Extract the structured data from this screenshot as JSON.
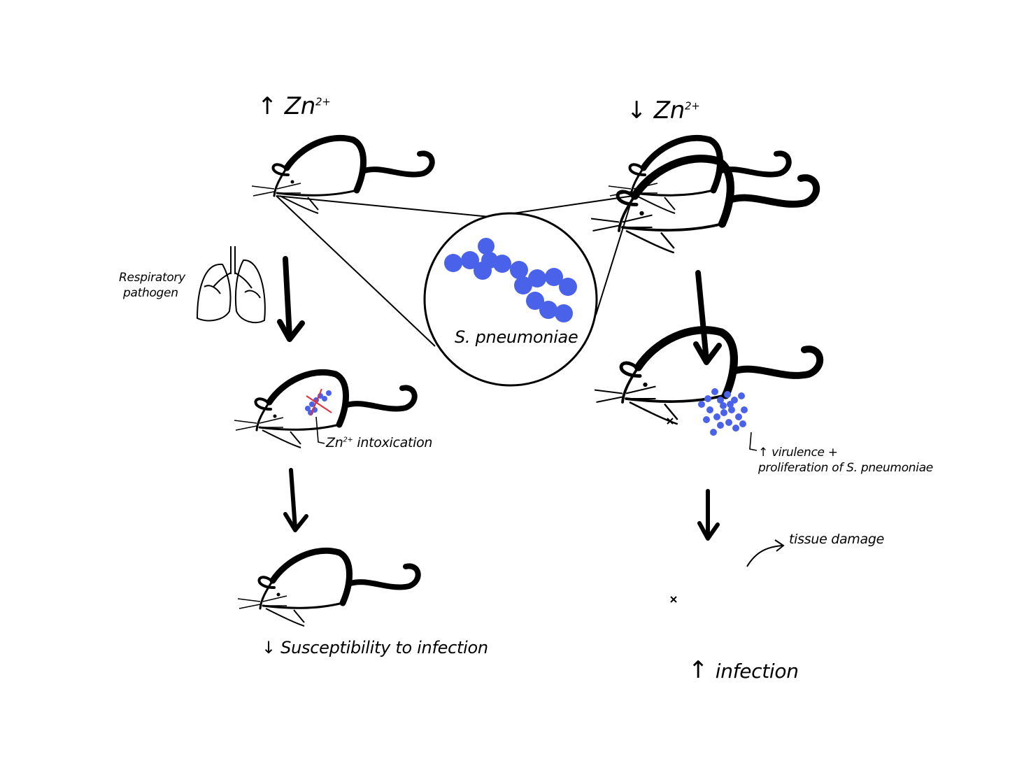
{
  "top_left_label": {
    "arrow": "↑",
    "ion": "Zn",
    "charge": "2+"
  },
  "top_right_label": {
    "arrow": "↓",
    "ion": "Zn",
    "charge": "2+"
  },
  "pathogen_label": {
    "line1": "Respiratory",
    "line2": "pathogen"
  },
  "bacterium_label": "S. pneumoniae",
  "left_mid_note": {
    "ion": "Zn",
    "charge": "2+",
    "text": "intoxication"
  },
  "right_mid_note": {
    "line1": "virulence +",
    "line2": "proliferation of S. pneumoniae"
  },
  "left_outcome": {
    "arrow": "↓",
    "text": "Susceptibility to infection"
  },
  "right_tissue_note": "tissue damage",
  "right_outcome": {
    "arrow": "↑",
    "text": "infection"
  },
  "colors": {
    "bacteria": "#4a62ea",
    "cross": "#e0303a",
    "ink": "#000000"
  }
}
